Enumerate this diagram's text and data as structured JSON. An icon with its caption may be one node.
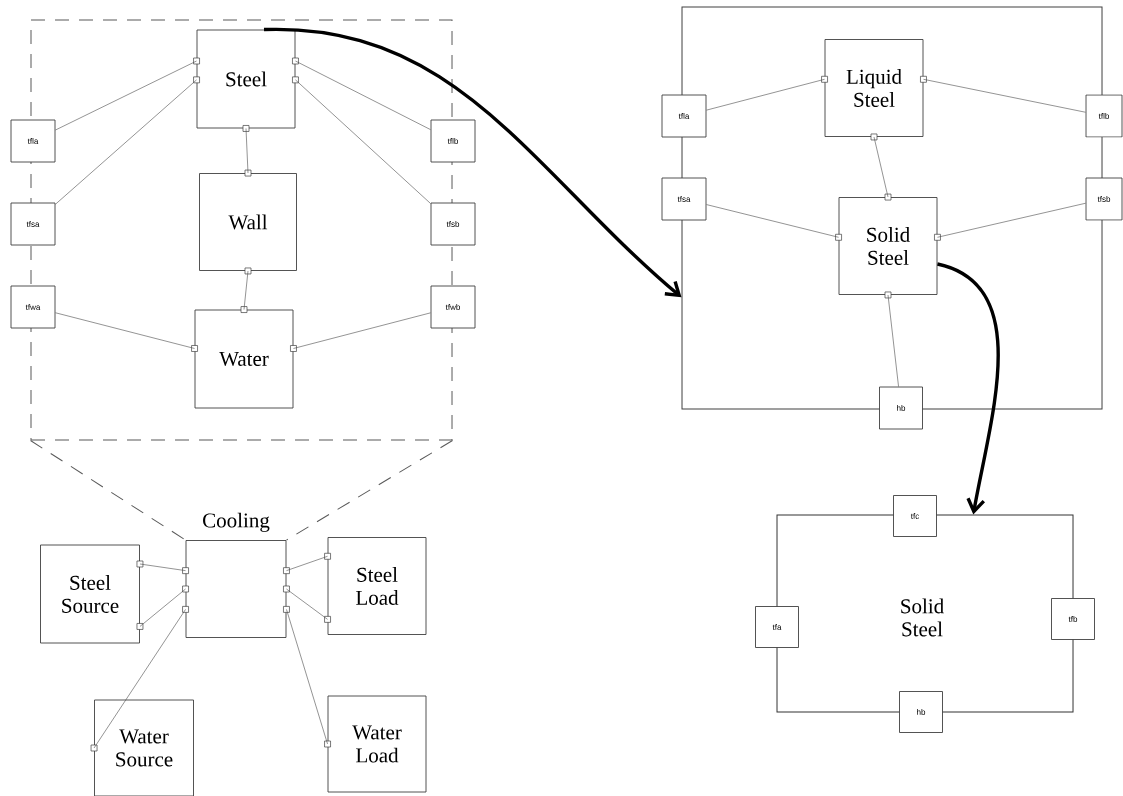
{
  "diagram": {
    "nodes": [
      {
        "text": [],
        "shape": "box"
      },
      {
        "text": [
          "Steel"
        ],
        "in": 0
      },
      {
        "text": [
          "Wall"
        ],
        "in": 0
      },
      {
        "text": [
          "Water"
        ],
        "in": 0
      },
      {
        "text": [
          "tfla"
        ]
      },
      {
        "text": [
          "tfsa"
        ]
      },
      {
        "text": [
          "tfwa"
        ]
      },
      {
        "text": [
          "tflb"
        ]
      },
      {
        "text": [
          "tfsb"
        ]
      },
      {
        "text": [
          "tfwb"
        ]
      },
      {
        "text": [
          "Cooling"
        ]
      },
      {
        "text": [
          "Steel Source"
        ]
      },
      {
        "text": [
          "Steel Load"
        ]
      },
      {
        "text": [
          "Water Source"
        ]
      },
      {
        "text": [
          "Water Load"
        ]
      },
      {
        "text": [],
        "shape": "box"
      },
      {
        "text": [
          "Liquid Steel"
        ],
        "in": 15
      },
      {
        "text": [
          "Solid Steel"
        ],
        "in": 15
      },
      {
        "text": [
          "tfla"
        ]
      },
      {
        "text": [
          "tflb"
        ]
      },
      {
        "text": [
          "tfsa"
        ]
      },
      {
        "text": [
          "tfsb"
        ]
      },
      {
        "text": [
          "hb"
        ]
      },
      {
        "text": [
          "Solid Steel"
        ]
      },
      {
        "text": [
          "tfc"
        ]
      },
      {
        "text": [
          "tfa"
        ]
      },
      {
        "text": [
          "tfb"
        ]
      },
      {
        "text": [
          "hb"
        ]
      }
    ],
    "edges": [
      {
        "from": 4,
        "to": 1,
        "arrow": "none"
      },
      {
        "from": 5,
        "to": 1,
        "arrow": "none"
      },
      {
        "from": 1,
        "to": 7,
        "arrow": "none"
      },
      {
        "from": 1,
        "to": 8,
        "arrow": "none"
      },
      {
        "from": 1,
        "to": 2,
        "arrow": "none"
      },
      {
        "from": 2,
        "to": 3,
        "arrow": "none"
      },
      {
        "from": 6,
        "to": 3,
        "arrow": "none"
      },
      {
        "from": 3,
        "to": 9,
        "arrow": "none"
      },
      {
        "from": 0,
        "to": 10,
        "arrow": "none",
        "style": "dashed"
      },
      {
        "from": 0,
        "to": 10,
        "arrow": "none",
        "style": "dashed"
      },
      {
        "from": 11,
        "to": 10,
        "arrow": "none"
      },
      {
        "from": 11,
        "to": 10,
        "arrow": "none"
      },
      {
        "from": 13,
        "to": 10,
        "arrow": "none"
      },
      {
        "from": 10,
        "to": 12,
        "arrow": "none"
      },
      {
        "from": 10,
        "to": 12,
        "arrow": "none"
      },
      {
        "from": 10,
        "to": 14,
        "arrow": "none"
      },
      {
        "from": 18,
        "to": 16,
        "arrow": "none"
      },
      {
        "from": 16,
        "to": 19,
        "arrow": "none"
      },
      {
        "from": 16,
        "to": 17,
        "arrow": "none"
      },
      {
        "from": 20,
        "to": 17,
        "arrow": "none"
      },
      {
        "from": 17,
        "to": 21,
        "arrow": "none"
      },
      {
        "from": 17,
        "to": 22,
        "arrow": "none"
      },
      {
        "from": 1,
        "to": 15,
        "arrow": "to",
        "style": "thick"
      },
      {
        "from": 17,
        "to": 23,
        "arrow": "to",
        "style": "thick"
      }
    ]
  }
}
